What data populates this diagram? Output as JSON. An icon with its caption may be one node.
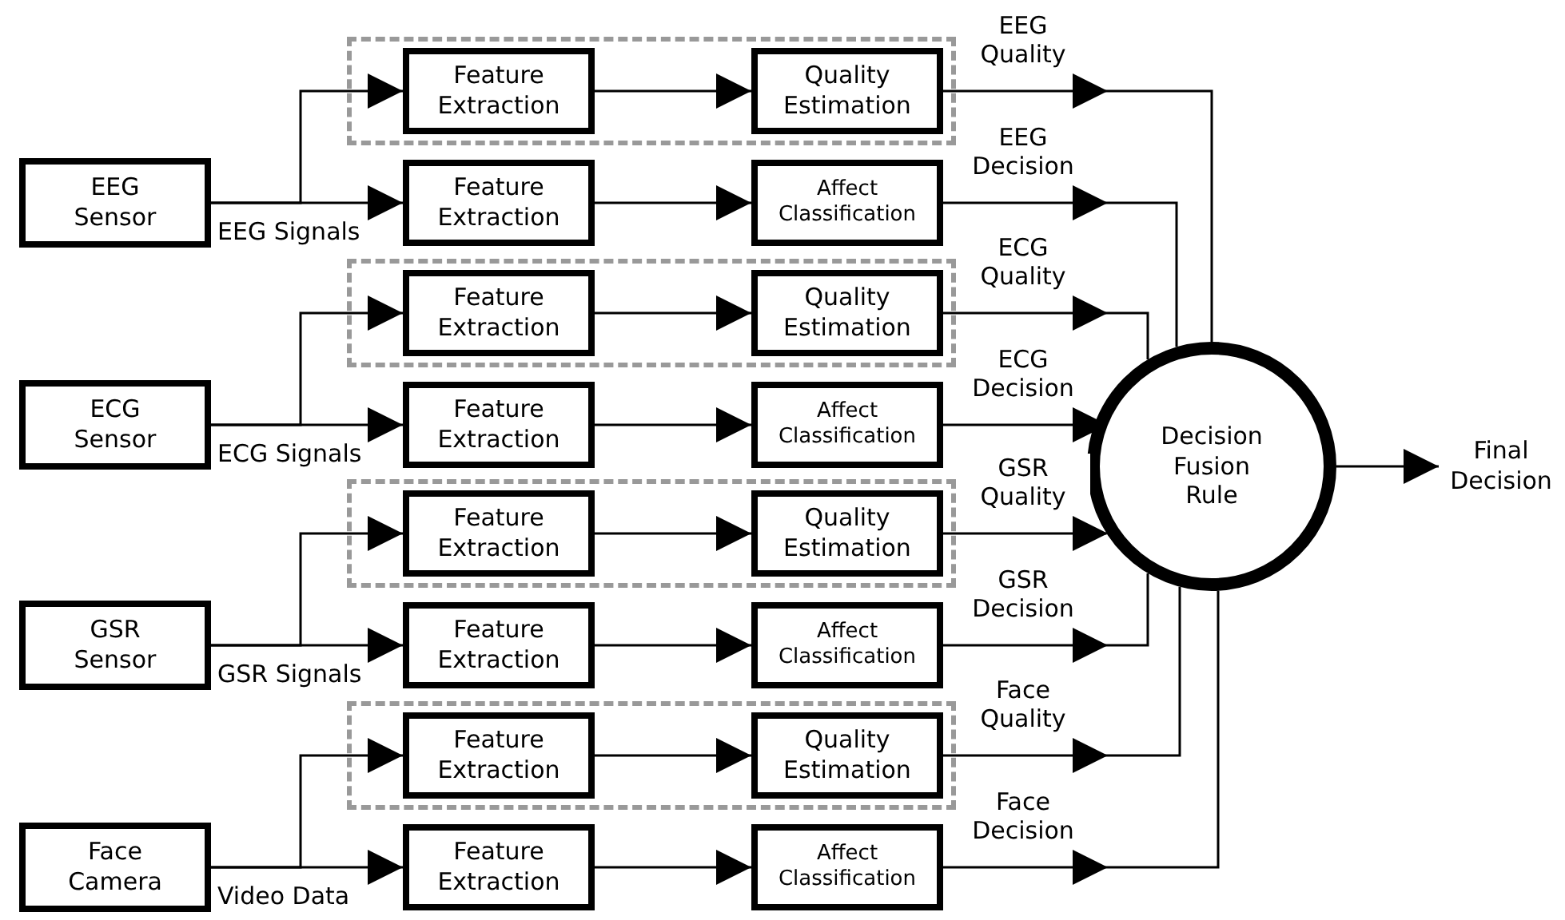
{
  "diagram": {
    "nodes": [
      {
        "text": [
          "EEG Sensor"
        ]
      },
      {
        "text": [],
        "shape": "box"
      },
      {
        "text": [
          "Feature Extraction"
        ],
        "in": 1
      },
      {
        "text": [
          "Quality Estimation"
        ],
        "in": 1
      },
      {
        "text": [
          "Feature Extraction"
        ]
      },
      {
        "text": [
          "Affect Classification"
        ]
      },
      {
        "text": [
          "ECG Sensor"
        ]
      },
      {
        "text": [],
        "shape": "box"
      },
      {
        "text": [
          "Feature Extraction"
        ],
        "in": 7
      },
      {
        "text": [
          "Quality Estimation"
        ],
        "in": 7
      },
      {
        "text": [
          "Feature Extraction"
        ]
      },
      {
        "text": [
          "Affect Classification"
        ]
      },
      {
        "text": [
          "GSR Sensor"
        ]
      },
      {
        "text": [],
        "shape": "box"
      },
      {
        "text": [
          "Feature Extraction"
        ],
        "in": 13
      },
      {
        "text": [
          "Quality Estimation"
        ],
        "in": 13
      },
      {
        "text": [
          "Feature Extraction"
        ]
      },
      {
        "text": [
          "Affect Classification"
        ]
      },
      {
        "text": [
          "Face Camera"
        ]
      },
      {
        "text": [],
        "shape": "box"
      },
      {
        "text": [
          "Feature Extraction"
        ],
        "in": 19
      },
      {
        "text": [
          "Quality Estimation"
        ],
        "in": 19
      },
      {
        "text": [
          "Feature Extraction"
        ]
      },
      {
        "text": [
          "Affect Classification"
        ]
      },
      {
        "text": [
          "Decision Fusion Rule"
        ]
      },
      {
        "text": [
          "Final Decision"
        ]
      }
    ],
    "edges": [
      {
        "from": 0,
        "to": 2,
        "arrow": "to"
      },
      {
        "from": 0,
        "to": 4,
        "arrow": "to",
        "label": "EEG Signals"
      },
      {
        "from": 2,
        "to": 3,
        "arrow": "to"
      },
      {
        "from": 4,
        "to": 5,
        "arrow": "to"
      },
      {
        "from": 3,
        "to": 24,
        "arrow": "to",
        "label": "EEG Quality"
      },
      {
        "from": 5,
        "to": 24,
        "arrow": "to",
        "label": "EEG Decision"
      },
      {
        "from": 6,
        "to": 8,
        "arrow": "to"
      },
      {
        "from": 6,
        "to": 10,
        "arrow": "to",
        "label": "ECG Signals"
      },
      {
        "from": 8,
        "to": 9,
        "arrow": "to"
      },
      {
        "from": 10,
        "to": 11,
        "arrow": "to"
      },
      {
        "from": 9,
        "to": 24,
        "arrow": "to",
        "label": "ECG Quality"
      },
      {
        "from": 11,
        "to": 24,
        "arrow": "to",
        "label": "ECG Decision"
      },
      {
        "from": 12,
        "to": 14,
        "arrow": "to"
      },
      {
        "from": 12,
        "to": 16,
        "arrow": "to",
        "label": "GSR Signals"
      },
      {
        "from": 14,
        "to": 15,
        "arrow": "to"
      },
      {
        "from": 16,
        "to": 17,
        "arrow": "to"
      },
      {
        "from": 15,
        "to": 24,
        "arrow": "to",
        "label": "GSR Quality"
      },
      {
        "from": 17,
        "to": 24,
        "arrow": "to",
        "label": "GSR Decision"
      },
      {
        "from": 18,
        "to": 20,
        "arrow": "to"
      },
      {
        "from": 18,
        "to": 22,
        "arrow": "to",
        "label": "Video Data"
      },
      {
        "from": 20,
        "to": 21,
        "arrow": "to"
      },
      {
        "from": 22,
        "to": 23,
        "arrow": "to"
      },
      {
        "from": 21,
        "to": 24,
        "arrow": "to",
        "label": "Face Quality"
      },
      {
        "from": 23,
        "to": 24,
        "arrow": "to",
        "label": "Face Decision"
      },
      {
        "from": 24,
        "to": 25,
        "arrow": "to"
      }
    ]
  }
}
